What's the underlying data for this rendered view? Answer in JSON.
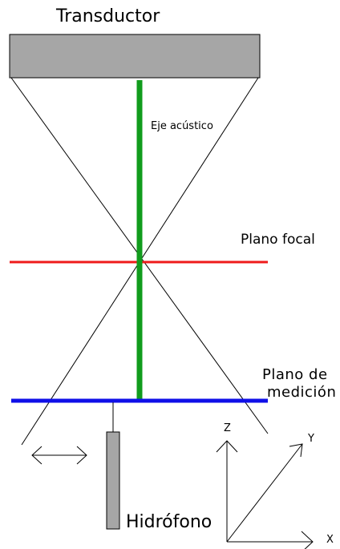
{
  "labels": {
    "transducer": "Transductor",
    "acoustic_axis": "Eje acústico",
    "focal_plane": "Plano focal",
    "measurement_plane_line1": "Plano de",
    "measurement_plane_line2": "medición",
    "hydrophone": "Hidrófono",
    "axis_z": "Z",
    "axis_y": "Y",
    "axis_x": "X"
  },
  "colors": {
    "transducer_fill": "#a6a6a6",
    "acoustic_axis": "#119c1d",
    "focal_plane": "#ef1b1b",
    "measurement_plane": "#1010e8",
    "hydrophone_fill": "#a6a6a6",
    "lines": "#000000"
  }
}
